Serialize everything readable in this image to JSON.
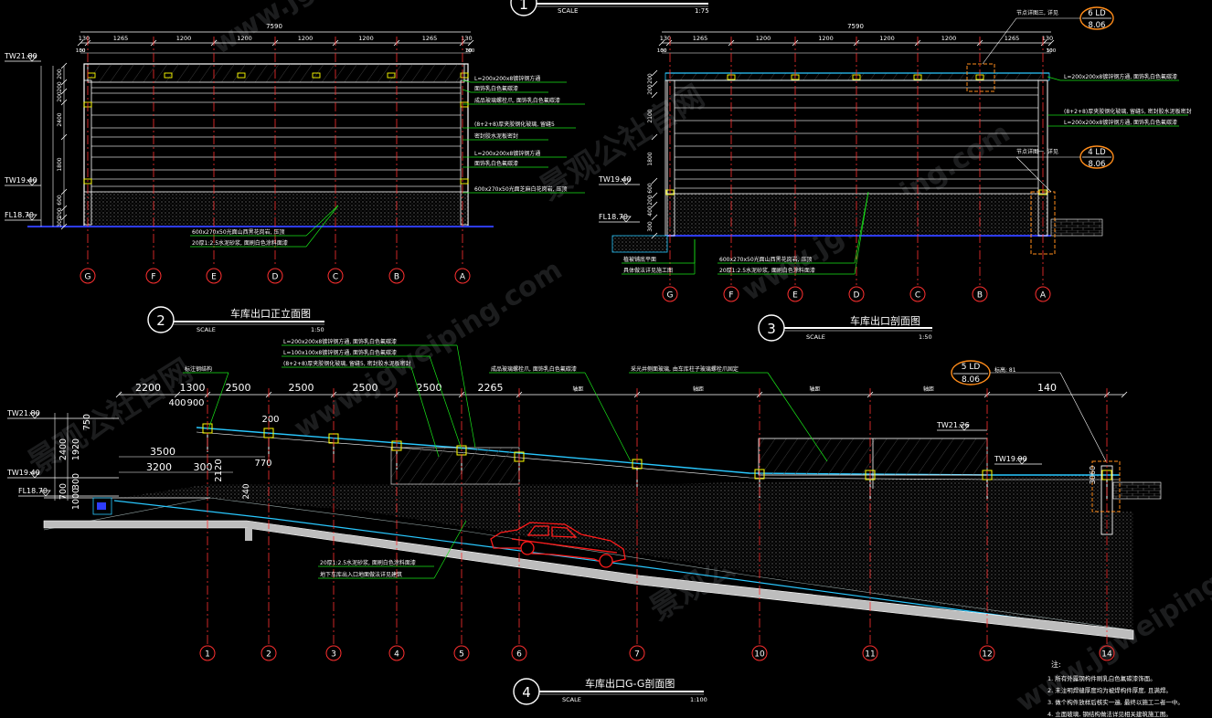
{
  "top_marker": {
    "number": "1",
    "scale_label": "SCALE",
    "scale_value": "1:75"
  },
  "views": {
    "elevation": {
      "title": "车库出口正立面图",
      "number": "2",
      "scale_label": "SCALE",
      "scale_value": "1:50",
      "overall_dim": "7590",
      "sub_dims": [
        "130",
        "1265",
        "1200",
        "1200",
        "1200",
        "1200",
        "1265",
        "130"
      ],
      "mini_dims": [
        "30",
        "100",
        "100",
        "30"
      ],
      "grid_labels": [
        "G",
        "F",
        "E",
        "D",
        "C",
        "B",
        "A"
      ],
      "levels": [
        "TW21.80",
        "TW19.40",
        "FL18.70"
      ],
      "vdims": [
        "200",
        "200",
        "200",
        "2400",
        "1800",
        "600",
        "200",
        "300"
      ],
      "callouts": [
        "L=200x200x8镀锌钢方通",
        "面饰乳白色氟碳漆",
        "成品玻璃螺栓爪, 面饰乳白色氟碳漆",
        "(8+2+8)厚夹胶钢化玻璃, 留缝5",
        "密封胶水泥板密封",
        "L=200x200x8镀锌钢方通",
        "面饰乳白色氟碳漆",
        "600x270x50光面芝麻白花岗岩, 压顶"
      ],
      "bottom_callouts": [
        "600x270x50光面山西黑花岗岩, 压顶",
        "20厚1:2.5水泥砂浆, 面刷白色涂料面漆"
      ]
    },
    "section": {
      "title": "车库出口剖面图",
      "number": "3",
      "scale_label": "SCALE",
      "scale_value": "1:50",
      "overall_dim": "7590",
      "sub_dims": [
        "130",
        "1265",
        "1200",
        "1200",
        "1200",
        "1200",
        "1265",
        "130"
      ],
      "mini_dims": [
        "30",
        "100",
        "100",
        "30"
      ],
      "grid_labels": [
        "G",
        "F",
        "E",
        "D",
        "C",
        "B",
        "A"
      ],
      "levels": [
        "TW19.40",
        "FL18.70"
      ],
      "vdims": [
        "200",
        "200",
        "2100",
        "1800",
        "600",
        "200",
        "400",
        "300"
      ],
      "detail_refs": [
        {
          "label": "节点详图三, 详见",
          "id": "6 LD",
          "sheet": "8.06"
        },
        {
          "label": "节点详图一, 详见",
          "id": "4 LD",
          "sheet": "8.06"
        }
      ],
      "callouts": [
        "L=200x200x8镀锌钢方通, 面饰乳白色氟碳漆",
        "(8+2+8)厚夹胶钢化玻璃, 留缝5, 密封胶水泥板密封",
        "L=200x200x8镀锌钢方通, 面饰乳白色氟碳漆"
      ],
      "bottom_callouts": [
        "植被铺底平面",
        "具体做法详见施工图",
        "600x270x50光面山西黑花岗岩, 压顶",
        "20厚1:2.5水泥砂浆, 面刷白色涂料面漆"
      ]
    },
    "long_section": {
      "title": "车库出口G-G剖面图",
      "number": "4",
      "scale_label": "SCALE",
      "scale_value": "1:100",
      "top_dims": [
        "2200",
        "1300",
        "2500",
        "2500",
        "2500",
        "2500",
        "2265",
        "轴距",
        "轴距",
        "轴距",
        "轴距",
        "140"
      ],
      "small_dims": [
        "400",
        "900"
      ],
      "levels": [
        "TW21.80",
        "TW19.40",
        "FL18.70",
        "TW21.26",
        "TW19.90"
      ],
      "inner_dims": [
        "3500",
        "3200",
        "300",
        "2120",
        "770",
        "240",
        "200"
      ],
      "vdims": [
        "750",
        "1920",
        "2400",
        "300",
        "700",
        "1000",
        "3060"
      ],
      "grid_labels": [
        "1",
        "2",
        "3",
        "4",
        "5",
        "6",
        "7",
        "10",
        "11",
        "12",
        "14"
      ],
      "detail_ref": {
        "id": "5 LD",
        "sheet": "8.06",
        "note": "标高: 81"
      },
      "callouts": [
        "L=200x200x8镀锌钢方通, 面饰乳白色氟碳漆",
        "L=100x100x8镀锌钢方通, 面饰乳白色氟碳漆",
        "(8+2+8)厚夹胶钢化玻璃, 留缝5, 密封胶水泥板密封",
        "成品玻璃螺栓爪, 面饰乳白色氟碳漆",
        "采光井侧面玻璃, 由车库柱子玻璃螺栓爪固定",
        "标注钢结构"
      ],
      "bottom_callouts": [
        "20厚1:2.5水泥砂浆, 面刷白色涂料面漆",
        "地下车库出入口地面做法详见建筑"
      ]
    }
  },
  "notes": {
    "heading": "注:",
    "items": [
      "1. 所有外露钢构件刷乳白色氟碳漆饰面。",
      "2. 未注明焊缝厚度均为被焊构件厚度, 且满焊。",
      "3. 做个构件放样后核实一遍, 最终以施工二者一中。",
      "4. 立面玻璃, 钢结构做法详见相关建筑施工图。"
    ]
  },
  "watermark": {
    "text_cn": "景观公社官网",
    "text_url": "www.jgweiping.com"
  },
  "colors": {
    "background": "#000000",
    "line_white": "#ffffff",
    "dim_yellow": "#ffff00",
    "axis_red": "#ff3030",
    "leader_green": "#19e619",
    "glass_cyan": "#29c8ff",
    "car_red": "#ff1a1a"
  }
}
